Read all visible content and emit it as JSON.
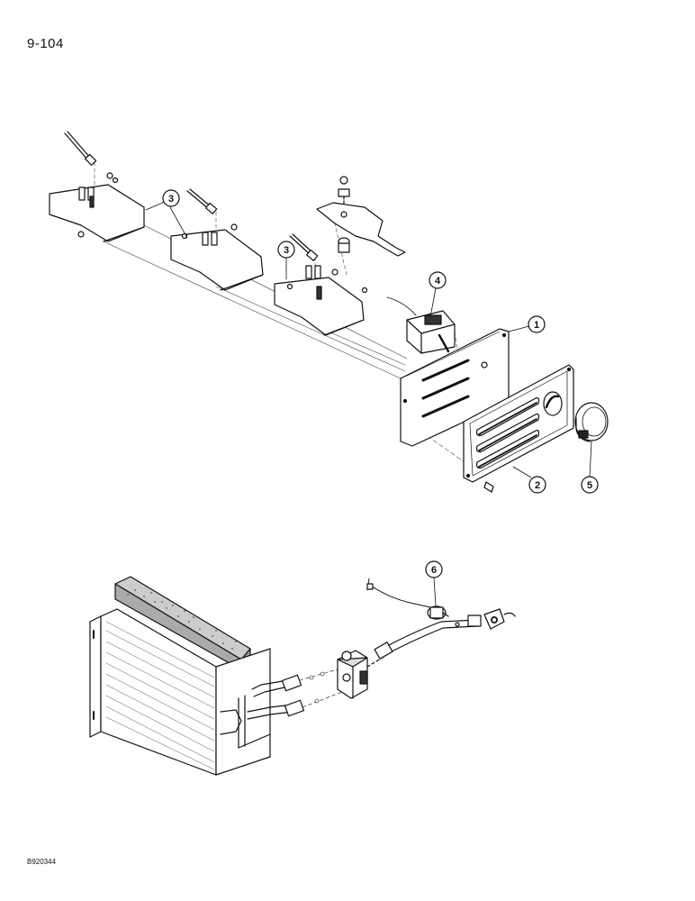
{
  "page_number": "9-104",
  "figure_id": "B920344",
  "callouts": [
    "1",
    "2",
    "3",
    "3",
    "4",
    "5",
    "6"
  ]
}
